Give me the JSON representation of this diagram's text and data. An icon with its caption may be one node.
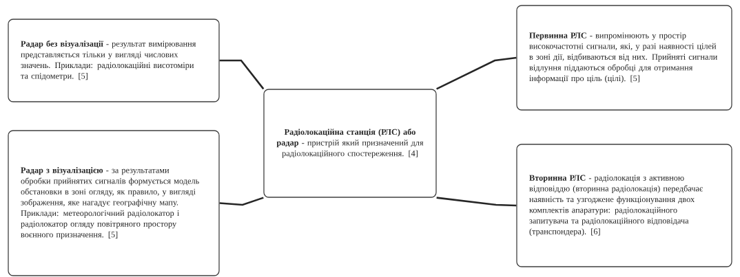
{
  "diagram": {
    "nodes": [
      {
        "text": [
          "**Радіолокаційна станція (РЛС) або радар** - пристрій який призначений для радіолокаційного спостереження. [4]"
        ]
      },
      {
        "text": [
          "**Радар без візуалізації** - результат вимірювання представляється тільки у вигляді числових значень. Приклади: радіолокаційні висотоміри та спідометри. [5]"
        ]
      },
      {
        "text": [
          "**Радар з візуалізацією** - за результатами обробки прийнятих сигналів формується модель обстановки в зоні огляду, як правило, у вигляді зображення, яке нагадує географічну мапу. Приклади: метеорологічний радіолокатор і радіолокатор огляду повітряного простору воєнного призначення. [5]"
        ]
      },
      {
        "text": [
          "**Первинна РЛС** - випромінюють у простір високочастотні сигнали, які, у разі наявності цілей в зоні дії, відбиваються від них. Прийняті сигнали відлуння піддаються обробці для отримання інформації про ціль (цілі). [5]"
        ]
      },
      {
        "text": [
          "**Вторинна РЛС** - радіолокація з активною відповіддю (вторинна радіолокація) передбачає наявність та узгоджене функціонування двох комплектів апаратури: радіолокаційного запитувача та радіолокаційного відповідача (транспондера). [6]"
        ]
      }
    ],
    "edges": [
      {
        "from": 0,
        "to": 1,
        "arrow": "none"
      },
      {
        "from": 0,
        "to": 2,
        "arrow": "none"
      },
      {
        "from": 0,
        "to": 3,
        "arrow": "none"
      },
      {
        "from": 0,
        "to": 4,
        "arrow": "none"
      }
    ]
  }
}
